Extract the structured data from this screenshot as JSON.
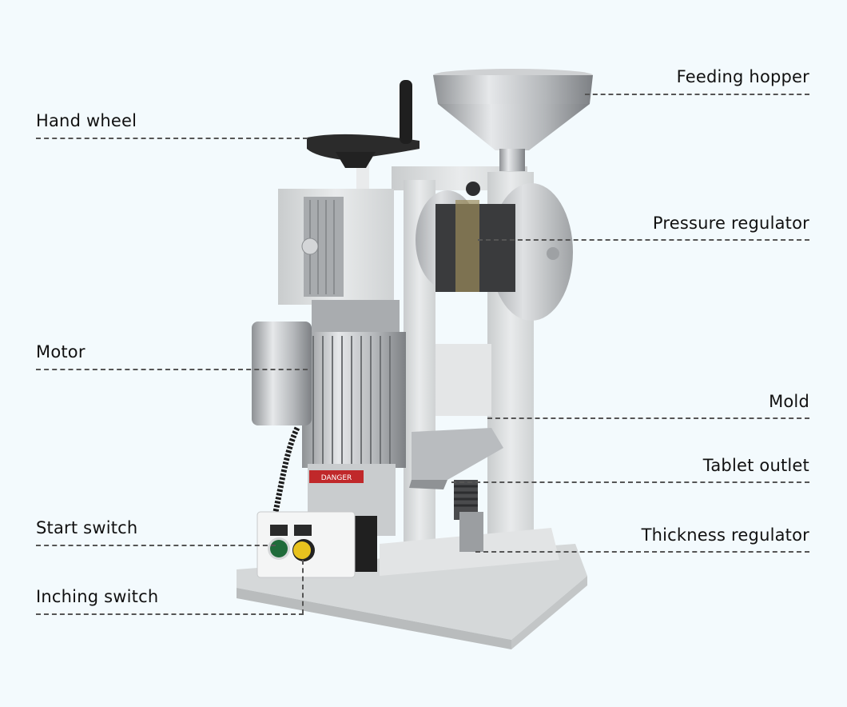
{
  "title": "Single punch tablet press — component diagram",
  "labels": {
    "feeding_hopper": "Feeding hopper",
    "hand_wheel": "Hand wheel",
    "pressure_regulator": "Pressure regulator",
    "motor": "Motor",
    "mold": "Mold",
    "tablet_outlet": "Tablet outlet",
    "start_switch": "Start switch",
    "thickness_regulator": "Thickness regulator",
    "inching_switch": "Inching switch"
  },
  "machine": {
    "warning_label": "DANGER",
    "start_button_color": "#1f6b3a",
    "inching_button_color": "#e8c21e",
    "frame_color": "#dcdfe0",
    "steel_color": "#b9bcbf",
    "handwheel_color": "#2b2b2b"
  },
  "colors": {
    "background": "#f3fafd",
    "text": "#111111",
    "leader_line": "#555555"
  }
}
